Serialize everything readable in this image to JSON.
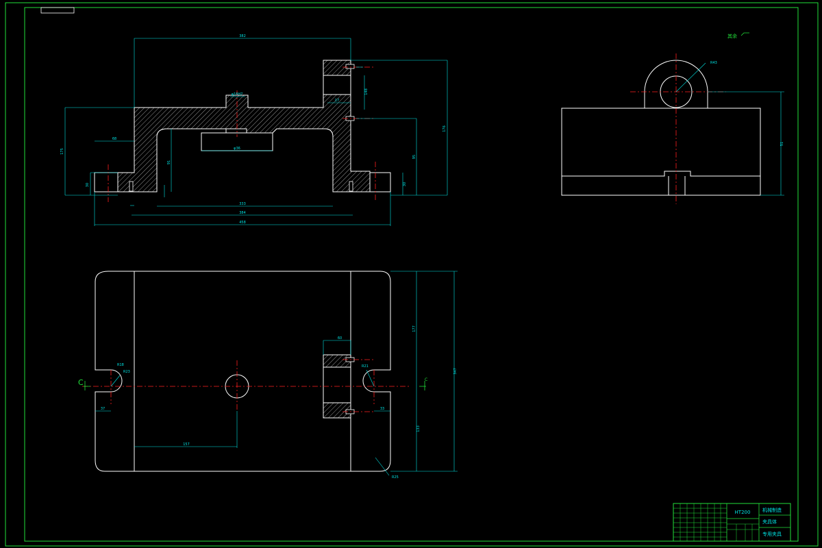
{
  "drawing": {
    "material": "HT200",
    "title_block": {
      "part_name": "夹具体",
      "drawing_code": "专用夹具",
      "company": "机械制造"
    },
    "roughness_note": "其余",
    "section_marks": [
      "C",
      "C"
    ],
    "front_view_dims": {
      "top_width": "382",
      "overall_width": "458",
      "bottom_span": "384",
      "inner_span": "333",
      "left_step": "68",
      "slot_dim": "17",
      "left_height": "175",
      "left_small": "30",
      "right_height": "176",
      "right_mid": "95",
      "right_small": "30",
      "inner_height": "91",
      "cylinder_dim": "φ36",
      "bore_dim": "φ16",
      "fit_dim": "φ18H7",
      "lug_dim": "148"
    },
    "side_view_dims": {
      "radius": "R43",
      "height": "51"
    },
    "top_view_dims": {
      "total_height": "347",
      "upper": "177",
      "lower": "133",
      "base_dist": "157",
      "lug_width": "60",
      "left_r1": "R18",
      "left_r2": "R23",
      "right_r": "R21",
      "left_dim": "37",
      "right_dim": "33",
      "corner_r": "R25"
    }
  }
}
